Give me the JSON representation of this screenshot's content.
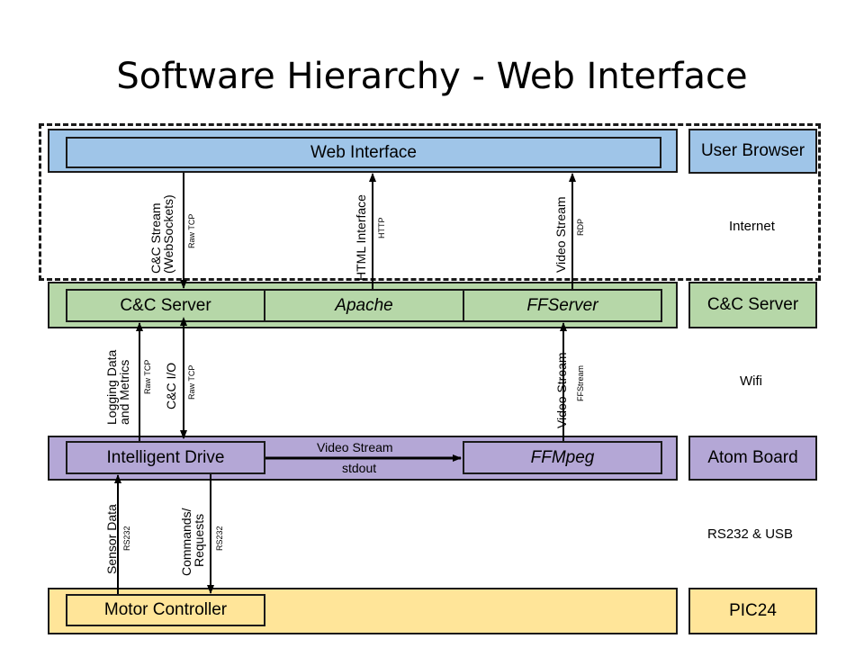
{
  "title": "Software Hierarchy -  Web Interface",
  "colors": {
    "blue": "#9fc5e8",
    "green": "#b6d7a8",
    "purple": "#b4a7d6",
    "yellow": "#ffe599"
  },
  "layers": {
    "user_browser": {
      "inner": "Web Interface",
      "side": "User Browser"
    },
    "cc_server": {
      "inner": [
        "C&C Server",
        "Apache",
        "FFServer"
      ],
      "side": "C&C Server"
    },
    "atom_board": {
      "inner": [
        "Intelligent Drive",
        "FFMpeg"
      ],
      "side": "Atom Board"
    },
    "pic24": {
      "inner": "Motor Controller",
      "side": "PIC24"
    }
  },
  "connections": {
    "internet": "Internet",
    "wifi": "Wifi",
    "rs232_usb": "RS232 & USB"
  },
  "arrow_labels": {
    "cc_stream": {
      "line1": "C&C Stream",
      "line2": "(WebSockets)",
      "sub": "Raw TCP"
    },
    "html_interface": {
      "line1": "HTML Interface",
      "sub": "HTTP"
    },
    "video_stream_rdp": {
      "line1": "Video Stream",
      "sub": "RDP"
    },
    "logging": {
      "line1": "Logging Data",
      "line2": "and Metrics",
      "sub": "Raw TCP"
    },
    "cc_io": {
      "line1": "C&C I/O",
      "sub": "Raw TCP"
    },
    "video_stream_ff": {
      "line1": "Video Stream",
      "sub": "FFStream"
    },
    "video_stream_stdout": {
      "line1": "Video Stream",
      "line2": "stdout"
    },
    "sensor_data": {
      "line1": "Sensor Data",
      "sub": "RS232"
    },
    "commands": {
      "line1": "Commands/",
      "line2": "Requests",
      "sub": "RS232"
    }
  }
}
